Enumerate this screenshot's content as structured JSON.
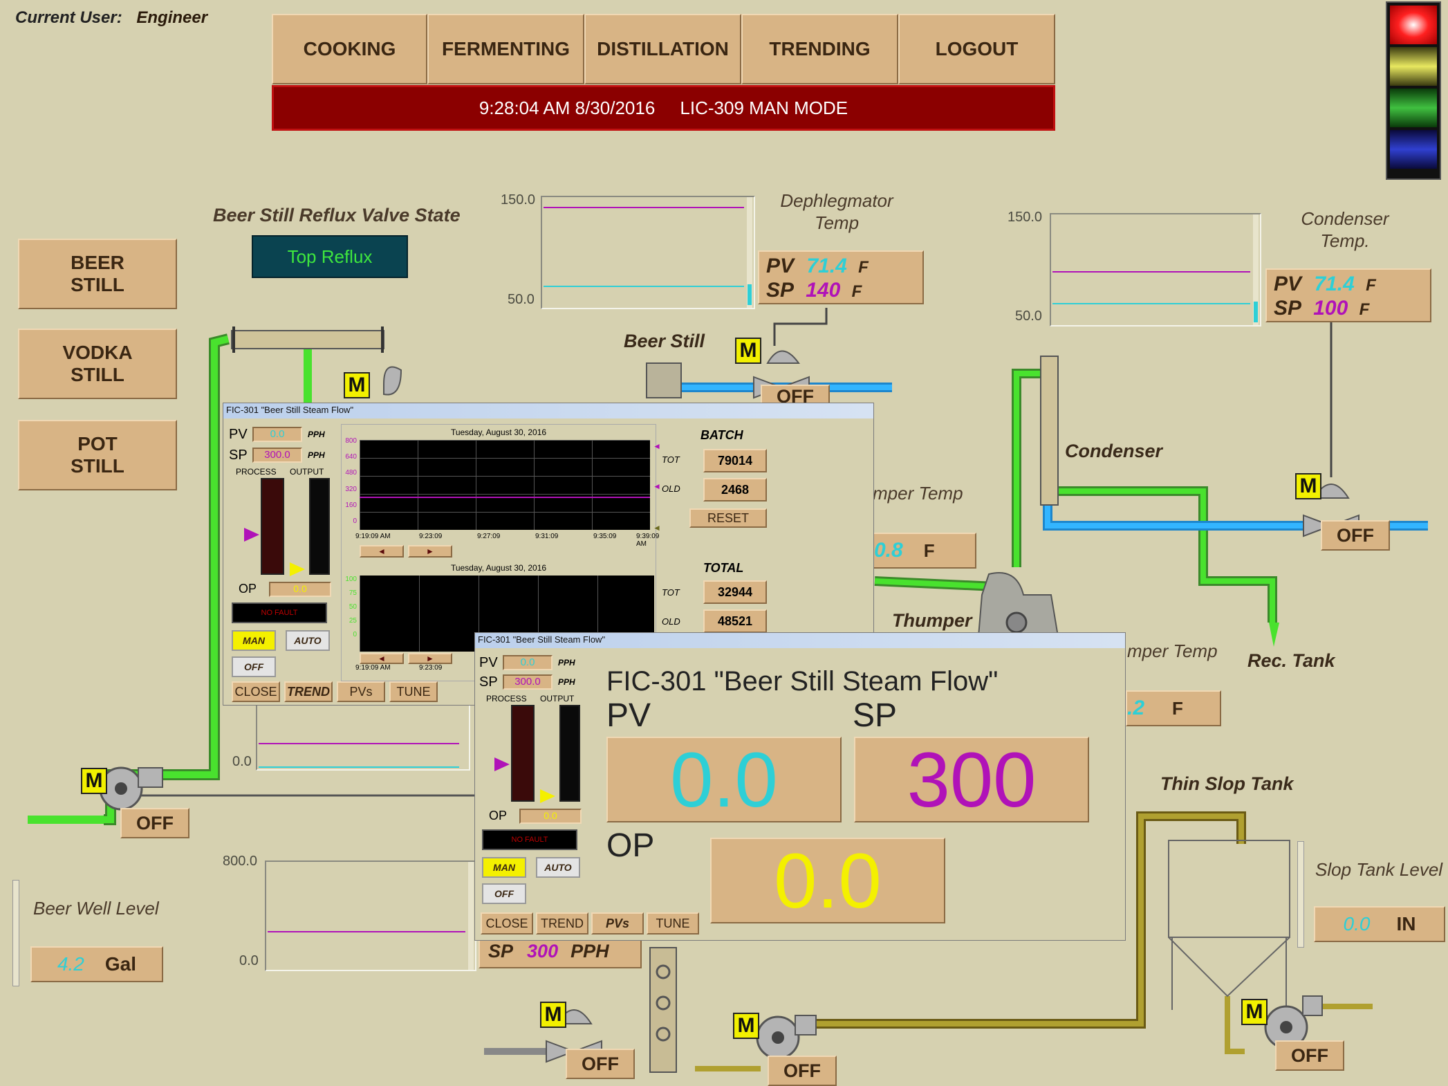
{
  "header": {
    "user_label": "Current User:",
    "user_name": "Engineer"
  },
  "nav": [
    "COOKING",
    "FERMENTING",
    "DISTILLATION",
    "TRENDING",
    "LOGOUT"
  ],
  "alarm_banner": "9:28:04 AM 8/30/2016     LIC-309 MAN MODE",
  "side_buttons": [
    "BEER\nSTILL",
    "VODKA\nSTILL",
    "POT\nSTILL"
  ],
  "reflux": {
    "title": "Beer Still Reflux Valve State",
    "state": "Top Reflux"
  },
  "dephlegmator": {
    "label": "Dephlegmator\nTemp",
    "pv_label": "PV",
    "pv": "71.4",
    "pv_unit": "F",
    "sp_label": "SP",
    "sp": "140",
    "sp_unit": "F",
    "y_max": "150.0",
    "y_min": "50.0"
  },
  "condenser_temp": {
    "label": "Condenser\nTemp.",
    "pv_label": "PV",
    "pv": "71.4",
    "pv_unit": "F",
    "sp_label": "SP",
    "sp": "100",
    "sp_unit": "F",
    "y_max": "150.0",
    "y_min": "50.0"
  },
  "equipment": {
    "beer_still": "Beer Still",
    "condenser": "Condenser",
    "thumper": "Thumper",
    "rec_tank": "Rec. Tank",
    "thin_slop_tank": "Thin Slop Tank"
  },
  "thumper_temp": {
    "label": "mper Temp",
    "value": "0.8",
    "unit": "F"
  },
  "thumper_temp2": {
    "label": "mper Temp",
    "value": ".2",
    "unit": "F"
  },
  "slop_tank": {
    "label": "Slop Tank Level",
    "value": "0.0",
    "unit": "IN"
  },
  "beer_well": {
    "label": "Beer Well Level",
    "value": "4.2",
    "unit": "Gal",
    "y_max": "800.0",
    "y_min": "0.0"
  },
  "mid_trend": {
    "y_min": "0.0"
  },
  "steam_sp": {
    "label": "SP",
    "value": "300",
    "unit": "PPH"
  },
  "motor_badge": "M",
  "off_label": "OFF",
  "popup_trend": {
    "title": "FIC-301  \"Beer Still Steam Flow\"",
    "pv_label": "PV",
    "pv": "0.0",
    "unit": "PPH",
    "sp_label": "SP",
    "sp": "300.0",
    "process_label": "PROCESS",
    "output_label": "OUTPUT",
    "op_label": "OP",
    "op": "0.0",
    "fault": "NO FAULT",
    "man": "MAN",
    "auto": "AUTO",
    "off": "OFF",
    "chart1_date": "Tuesday, August 30, 2016",
    "chart1_y": [
      "800",
      "640",
      "480",
      "320",
      "160",
      "0"
    ],
    "chart1_x": [
      "9:19:09 AM",
      "9:23:09",
      "9:27:09",
      "9:31:09",
      "9:35:09",
      "9:39:09 AM"
    ],
    "chart2_date": "Tuesday, August 30, 2016",
    "chart2_y": [
      "100",
      "75",
      "50",
      "25",
      "0"
    ],
    "chart2_x": [
      "9:19:09 AM",
      "9:23:09"
    ],
    "batch_label": "BATCH",
    "tot_label": "TOT",
    "old_label": "OLD",
    "batch_tot": "79014",
    "batch_old": "2468",
    "reset": "RESET",
    "total_label": "TOTAL",
    "total_tot": "32944",
    "total_old": "48521",
    "tabs": [
      "CLOSE",
      "TREND",
      "PVs",
      "TUNE"
    ]
  },
  "popup_pv": {
    "title": "FIC-301  \"Beer Still Steam Flow\"",
    "big_title": "FIC-301 \"Beer Still Steam Flow\"",
    "pv_label": "PV",
    "pv": "0.0",
    "unit": "PPH",
    "sp_label": "SP",
    "sp": "300.0",
    "process_label": "PROCESS",
    "output_label": "OUTPUT",
    "op_label": "OP",
    "op": "0.0",
    "fault": "NO FAULT",
    "man": "MAN",
    "auto": "AUTO",
    "off": "OFF",
    "big_pv_label": "PV",
    "big_pv": "0.0",
    "big_sp_label": "SP",
    "big_sp": "300",
    "big_op_label": "OP",
    "big_op": "0.0",
    "tabs": [
      "CLOSE",
      "TREND",
      "PVs",
      "TUNE"
    ]
  },
  "colors": {
    "alarm": "#8b0000",
    "cyan": "#2ecfd6",
    "magenta": "#b012b8",
    "yellow": "#f4f000",
    "pipe_green": "#3fdc2c",
    "pipe_blue": "#1e9cf0",
    "pipe_olive": "#a89428"
  }
}
